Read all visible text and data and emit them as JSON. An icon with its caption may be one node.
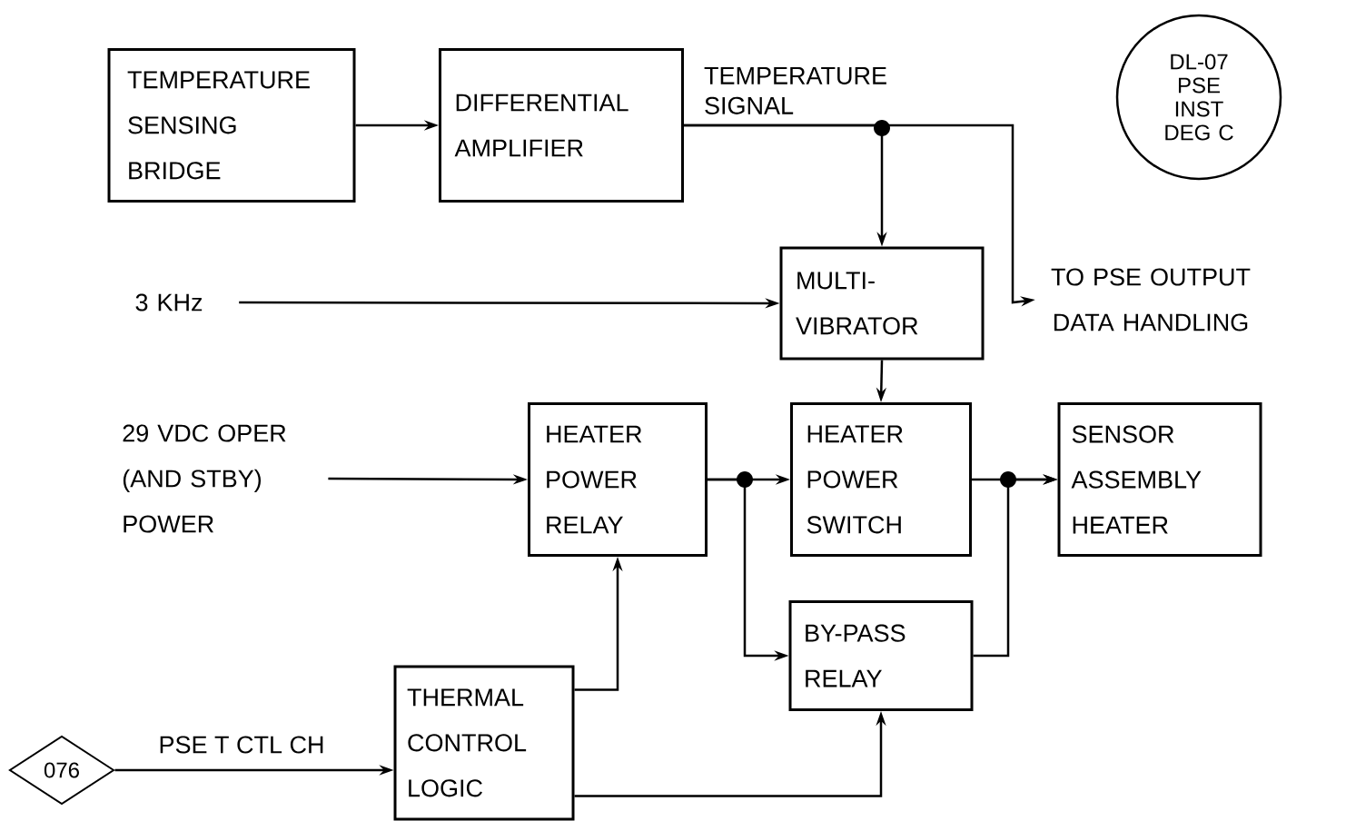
{
  "diagram": {
    "nodes": [
      {
        "text": [
          "TEMPERATURE SENSING BRIDGE"
        ]
      },
      {
        "text": [
          "DIFFERENTIAL AMPLIFIER"
        ]
      },
      {
        "text": [
          "DL-07 PSE INST DEG C"
        ]
      },
      {
        "text": [
          "MULTI-VIBRATOR"
        ]
      },
      {
        "text": [
          "TO PSE OUTPUT DATA HANDLING"
        ]
      },
      {
        "text": [
          "3 KHz"
        ]
      },
      {
        "text": [
          "29 VDC OPER (AND STBY) POWER"
        ]
      },
      {
        "text": [
          "HEATER POWER RELAY"
        ]
      },
      {
        "text": [
          "HEATER POWER SWITCH"
        ]
      },
      {
        "text": [
          "SENSOR ASSEMBLY HEATER"
        ]
      },
      {
        "text": [
          "BY-PASS RELAY"
        ]
      },
      {
        "text": [
          "076"
        ]
      },
      {
        "text": [
          "THERMAL CONTROL LOGIC"
        ]
      }
    ],
    "edges": [
      {
        "from": 0,
        "to": 1,
        "arrow": "to"
      },
      {
        "from": 1,
        "to": 3,
        "arrow": "to"
      },
      {
        "from": 1,
        "to": 4,
        "arrow": "to",
        "label": "TEMPERATURE SIGNAL"
      },
      {
        "from": 5,
        "to": 3,
        "arrow": "to"
      },
      {
        "from": 3,
        "to": 8,
        "arrow": "to"
      },
      {
        "from": 6,
        "to": 7,
        "arrow": "to"
      },
      {
        "from": 7,
        "to": 8,
        "arrow": "to"
      },
      {
        "from": 7,
        "to": 10,
        "arrow": "to"
      },
      {
        "from": 8,
        "to": 9,
        "arrow": "to"
      },
      {
        "from": 10,
        "to": 9,
        "arrow": "to"
      },
      {
        "from": 12,
        "to": 7,
        "arrow": "to"
      },
      {
        "from": 12,
        "to": 10,
        "arrow": "to"
      },
      {
        "from": 11,
        "to": 12,
        "arrow": "to",
        "label": "PSE T CTL CH"
      }
    ]
  }
}
